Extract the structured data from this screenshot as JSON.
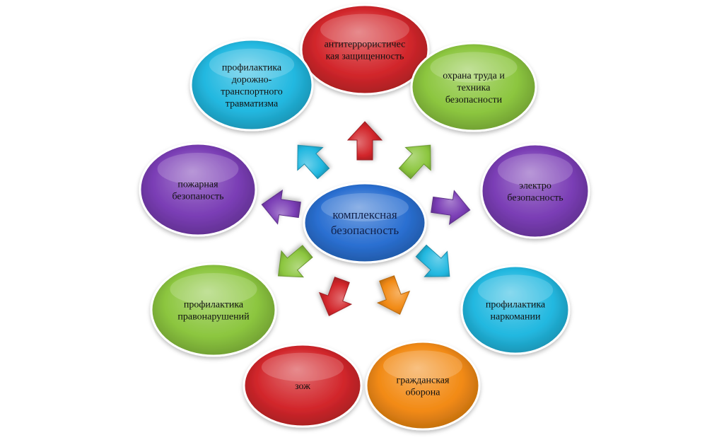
{
  "center": {
    "label_lines": [
      "комплексная",
      "безопасность"
    ],
    "color": "#2a6fd1"
  },
  "nodes": [
    {
      "id": "antiterror",
      "label_lines": [
        "антитеррористичес",
        "кая защищенность"
      ],
      "color": "#d2262b"
    },
    {
      "id": "labor",
      "label_lines": [
        "охрана труда и",
        "техника",
        "безопасности"
      ],
      "color": "#8cc63f"
    },
    {
      "id": "electro",
      "label_lines": [
        "электро",
        "безопасность"
      ],
      "color": "#7a3db5"
    },
    {
      "id": "narco",
      "label_lines": [
        "профилактика",
        "наркомании"
      ],
      "color": "#22b8e0"
    },
    {
      "id": "civil",
      "label_lines": [
        "гражданская",
        "оборона"
      ],
      "color": "#f28a14"
    },
    {
      "id": "zozh",
      "label_lines": [
        "зож"
      ],
      "color": "#d2262b"
    },
    {
      "id": "offense",
      "label_lines": [
        "профилактика",
        "правонарушений"
      ],
      "color": "#8cc63f"
    },
    {
      "id": "fire",
      "label_lines": [
        "пожарная",
        "безопаность"
      ],
      "color": "#7a3db5"
    },
    {
      "id": "traffic",
      "label_lines": [
        "профилактика",
        "дорожно-",
        "транспортного",
        "травматизма"
      ],
      "color": "#22b8e0"
    }
  ],
  "arrows": [
    {
      "color": "#d2262b"
    },
    {
      "color": "#8cc63f"
    },
    {
      "color": "#7a3db5"
    },
    {
      "color": "#22b8e0"
    },
    {
      "color": "#f28a14"
    },
    {
      "color": "#d2262b"
    },
    {
      "color": "#8cc63f"
    },
    {
      "color": "#7a3db5"
    },
    {
      "color": "#22b8e0"
    }
  ]
}
